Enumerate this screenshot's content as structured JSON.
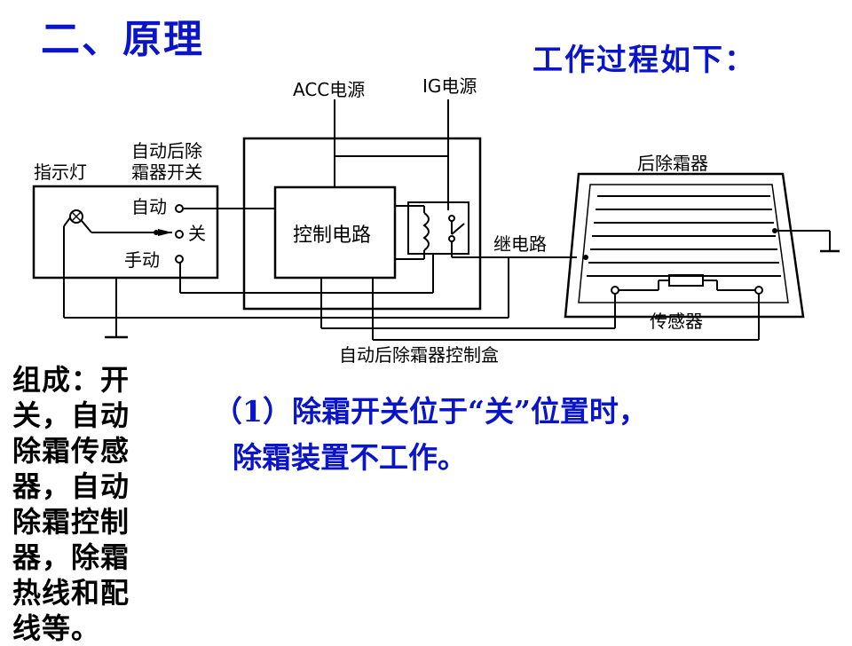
{
  "title": "二、原理",
  "process_heading": "工作过程如下：",
  "diagram": {
    "labels": {
      "acc_power": "ACC电源",
      "ig_power": "IG电源",
      "auto_switch_title_line1": "自动后除",
      "auto_switch_title_line2": "霜器开关",
      "indicator": "指示灯",
      "pos_auto": "自动",
      "pos_off": "关",
      "pos_manual": "手动",
      "control_circuit": "控制电路",
      "relay": "继电路",
      "defroster": "后除霜器",
      "sensor": "传感器",
      "control_box": "自动后除霜器控制盒"
    }
  },
  "composition": {
    "text": "组成：开关，自动除霜传感器，自动除霜控制器，除霜热线和配线等。"
  },
  "step1": {
    "line1": "（1）除霜开关位于“关”位置时，",
    "line2": "除霜装置不工作。"
  }
}
